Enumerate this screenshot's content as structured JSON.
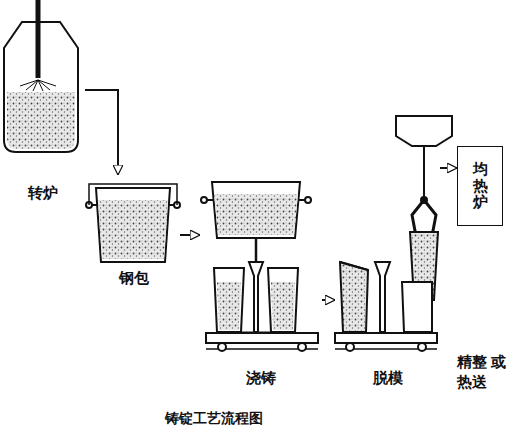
{
  "diagram": {
    "caption": "铸锭工艺流程图",
    "nodes": [
      {
        "text": [
          "转炉"
        ]
      },
      {
        "text": [
          "钢包"
        ]
      },
      {
        "text": [
          "浇铸"
        ]
      },
      {
        "text": [
          "脱模"
        ]
      },
      {
        "text": [
          "均热炉"
        ]
      }
    ],
    "edges": [
      {
        "from": 0,
        "to": 1,
        "arrow": "to"
      },
      {
        "from": 1,
        "to": 2,
        "arrow": "to"
      },
      {
        "from": 2,
        "to": 3,
        "arrow": "to"
      },
      {
        "from": 3,
        "to": 4,
        "arrow": "to"
      }
    ],
    "labels": [
      "精整 或热送"
    ]
  }
}
